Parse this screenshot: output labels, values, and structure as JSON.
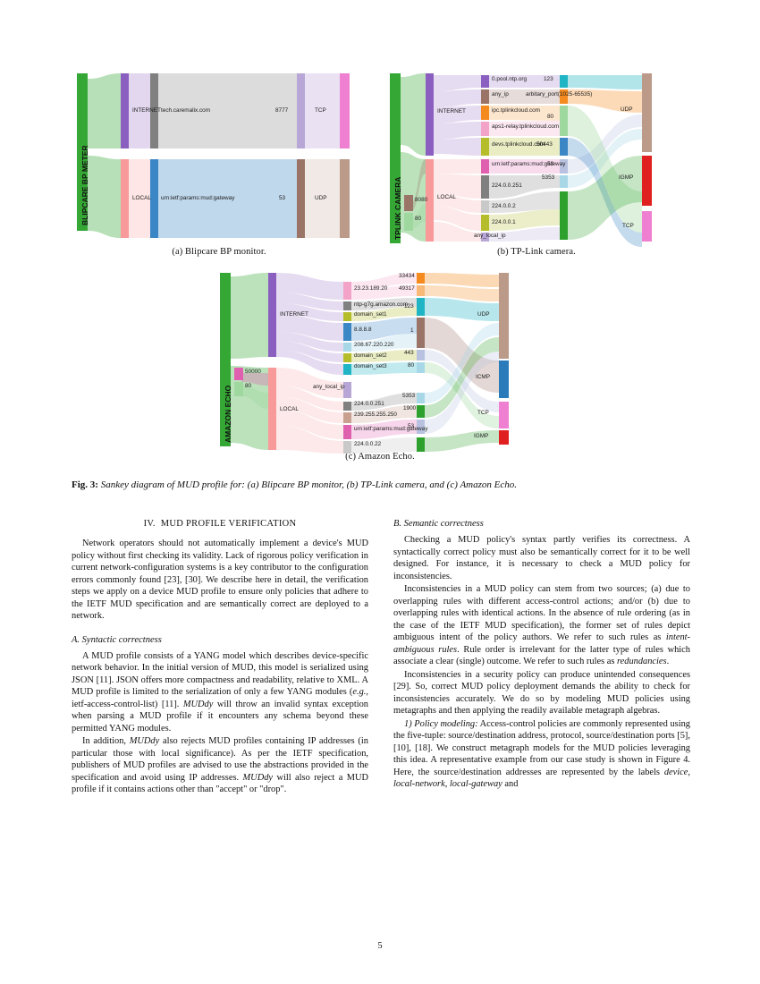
{
  "page": {
    "number": "5"
  },
  "figure": {
    "caption_label": "Fig. 3:",
    "caption_text": "Sankey diagram of MUD profile for: (a) Blipcare BP monitor, (b) TP-Link camera, and (c) Amazon Echo.",
    "subcaptions": {
      "a": "(a) Blipcare BP monitor.",
      "b": "(b) TP-Link camera.",
      "c": "(c) Amazon Echo."
    }
  },
  "chart_data": [
    {
      "type": "sankey",
      "id": "blipcare",
      "title": "(a) Blipcare BP monitor.",
      "device": "BLIPCARE BP METER",
      "stages": [
        "device",
        "scope",
        "endpoint",
        "port",
        "protocol"
      ],
      "nodes": {
        "scope": [
          "INTERNET",
          "LOCAL"
        ],
        "endpoint": [
          "tech.caremalix.com",
          "urn:ietf:params:mud:gateway"
        ],
        "port": [
          "8777",
          "53"
        ],
        "protocol": [
          "TCP",
          "UDP"
        ]
      },
      "links": [
        {
          "source": "BLIPCARE BP METER",
          "target": "INTERNET",
          "value": 1
        },
        {
          "source": "BLIPCARE BP METER",
          "target": "LOCAL",
          "value": 1
        },
        {
          "source": "INTERNET",
          "target": "tech.caremalix.com",
          "value": 1
        },
        {
          "source": "LOCAL",
          "target": "urn:ietf:params:mud:gateway",
          "value": 1
        },
        {
          "source": "tech.caremalix.com",
          "target": "8777",
          "value": 1
        },
        {
          "source": "urn:ietf:params:mud:gateway",
          "target": "53",
          "value": 1
        },
        {
          "source": "8777",
          "target": "TCP",
          "value": 1
        },
        {
          "source": "53",
          "target": "UDP",
          "value": 1
        }
      ]
    },
    {
      "type": "sankey",
      "id": "tplink",
      "title": "(b) TP-Link camera.",
      "device": "TPLINK CAMERA",
      "stages": [
        "device",
        "scope",
        "endpoint",
        "port",
        "protocol"
      ],
      "nodes": {
        "device_ports": [
          "8080",
          "80"
        ],
        "scope": [
          "INTERNET",
          "LOCAL"
        ],
        "endpoint": [
          "0.pool.ntp.org",
          "any_ip",
          "ipc.tplinkcloud.com",
          "aps1-relay.tplinkcloud.com",
          "devs.tplinkcloud.com",
          "urn:ietf:params:mud:gateway",
          "224.0.0.251",
          "224.0.0.2",
          "224.0.0.1",
          "any_local_ip"
        ],
        "port": [
          "123",
          "arbitary_port(1025-65535)",
          "80",
          "50443",
          "53",
          "5353"
        ],
        "protocol": [
          "UDP",
          "IGMP",
          "TCP"
        ]
      },
      "links": [
        {
          "source": "TPLINK CAMERA",
          "target": "INTERNET",
          "value": 5
        },
        {
          "source": "TPLINK CAMERA",
          "target": "LOCAL",
          "value": 6
        },
        {
          "source": "8080",
          "target": "LOCAL",
          "value": 1
        },
        {
          "source": "80",
          "target": "LOCAL",
          "value": 1
        },
        {
          "source": "INTERNET",
          "target": "0.pool.ntp.org",
          "value": 1
        },
        {
          "source": "INTERNET",
          "target": "any_ip",
          "value": 1
        },
        {
          "source": "INTERNET",
          "target": "ipc.tplinkcloud.com",
          "value": 1
        },
        {
          "source": "INTERNET",
          "target": "aps1-relay.tplinkcloud.com",
          "value": 1
        },
        {
          "source": "INTERNET",
          "target": "devs.tplinkcloud.com",
          "value": 1
        },
        {
          "source": "LOCAL",
          "target": "urn:ietf:params:mud:gateway",
          "value": 1
        },
        {
          "source": "LOCAL",
          "target": "224.0.0.251",
          "value": 2
        },
        {
          "source": "LOCAL",
          "target": "224.0.0.2",
          "value": 1
        },
        {
          "source": "LOCAL",
          "target": "224.0.0.1",
          "value": 1
        },
        {
          "source": "LOCAL",
          "target": "any_local_ip",
          "value": 2
        },
        {
          "source": "0.pool.ntp.org",
          "target": "123",
          "value": 1
        },
        {
          "source": "any_ip",
          "target": "arbitary_port(1025-65535)",
          "value": 1
        },
        {
          "source": "ipc.tplinkcloud.com",
          "target": "80",
          "value": 1
        },
        {
          "source": "aps1-relay.tplinkcloud.com",
          "target": "80",
          "value": 1
        },
        {
          "source": "devs.tplinkcloud.com",
          "target": "50443",
          "value": 1
        },
        {
          "source": "urn:ietf:params:mud:gateway",
          "target": "53",
          "value": 1
        },
        {
          "source": "224.0.0.251",
          "target": "5353",
          "value": 1
        },
        {
          "source": "123",
          "target": "UDP",
          "value": 1
        },
        {
          "source": "arbitary_port(1025-65535)",
          "target": "UDP",
          "value": 1
        },
        {
          "source": "53",
          "target": "UDP",
          "value": 1
        },
        {
          "source": "5353",
          "target": "UDP",
          "value": 1
        },
        {
          "source": "80",
          "target": "TCP",
          "value": 2
        },
        {
          "source": "50443",
          "target": "TCP",
          "value": 1
        },
        {
          "source": "224.0.0.2",
          "target": "IGMP",
          "value": 1
        },
        {
          "source": "224.0.0.1",
          "target": "IGMP",
          "value": 1
        }
      ]
    },
    {
      "type": "sankey",
      "id": "amazon",
      "title": "(c) Amazon Echo.",
      "device": "AMAZON ECHO",
      "stages": [
        "device",
        "scope",
        "endpoint",
        "port",
        "protocol"
      ],
      "nodes": {
        "device_ports": [
          "50000",
          "80"
        ],
        "scope": [
          "INTERNET",
          "LOCAL"
        ],
        "endpoint": [
          "23.23.189.20",
          "ntp-g7g.amazon.com",
          "domain_set1",
          "8.8.8.8",
          "208.67.220.220",
          "domain_set2",
          "domain_set3",
          "any_local_ip",
          "224.0.0.251",
          "239.255.255.250",
          "urn:ietf:params:mud:gateway",
          "224.0.0.22"
        ],
        "port": [
          "33434",
          "49317",
          "123",
          "1",
          "443",
          "80",
          "5353",
          "1900",
          "53"
        ],
        "protocol": [
          "UDP",
          "ICMP",
          "TCP",
          "IGMP"
        ]
      },
      "links": [
        {
          "source": "AMAZON ECHO",
          "target": "INTERNET",
          "value": 7
        },
        {
          "source": "AMAZON ECHO",
          "target": "LOCAL",
          "value": 6
        },
        {
          "source": "50000",
          "target": "LOCAL",
          "value": 1
        },
        {
          "source": "80",
          "target": "LOCAL",
          "value": 1
        },
        {
          "source": "INTERNET",
          "target": "23.23.189.20",
          "value": 2
        },
        {
          "source": "INTERNET",
          "target": "ntp-g7g.amazon.com",
          "value": 1
        },
        {
          "source": "INTERNET",
          "target": "domain_set1",
          "value": 1
        },
        {
          "source": "INTERNET",
          "target": "8.8.8.8",
          "value": 2
        },
        {
          "source": "INTERNET",
          "target": "208.67.220.220",
          "value": 1
        },
        {
          "source": "INTERNET",
          "target": "domain_set2",
          "value": 1
        },
        {
          "source": "INTERNET",
          "target": "domain_set3",
          "value": 1
        },
        {
          "source": "LOCAL",
          "target": "any_local_ip",
          "value": 2
        },
        {
          "source": "LOCAL",
          "target": "224.0.0.251",
          "value": 1
        },
        {
          "source": "LOCAL",
          "target": "239.255.255.250",
          "value": 1
        },
        {
          "source": "LOCAL",
          "target": "urn:ietf:params:mud:gateway",
          "value": 1
        },
        {
          "source": "LOCAL",
          "target": "224.0.0.22",
          "value": 1
        },
        {
          "source": "23.23.189.20",
          "target": "33434",
          "value": 1
        },
        {
          "source": "23.23.189.20",
          "target": "49317",
          "value": 1
        },
        {
          "source": "ntp-g7g.amazon.com",
          "target": "123",
          "value": 1
        },
        {
          "source": "domain_set1",
          "target": "123",
          "value": 1
        },
        {
          "source": "8.8.8.8",
          "target": "1",
          "value": 1
        },
        {
          "source": "208.67.220.220",
          "target": "1",
          "value": 1
        },
        {
          "source": "domain_set2",
          "target": "443",
          "value": 1
        },
        {
          "source": "domain_set3",
          "target": "80",
          "value": 1
        },
        {
          "source": "224.0.0.251",
          "target": "5353",
          "value": 1
        },
        {
          "source": "239.255.255.250",
          "target": "1900",
          "value": 1
        },
        {
          "source": "urn:ietf:params:mud:gateway",
          "target": "53",
          "value": 1
        },
        {
          "source": "33434",
          "target": "UDP",
          "value": 1
        },
        {
          "source": "49317",
          "target": "UDP",
          "value": 1
        },
        {
          "source": "123",
          "target": "UDP",
          "value": 2
        },
        {
          "source": "1",
          "target": "ICMP",
          "value": 2
        },
        {
          "source": "443",
          "target": "TCP",
          "value": 1
        },
        {
          "source": "80",
          "target": "TCP",
          "value": 1
        },
        {
          "source": "5353",
          "target": "UDP",
          "value": 1
        },
        {
          "source": "1900",
          "target": "UDP",
          "value": 1
        },
        {
          "source": "53",
          "target": "UDP",
          "value": 1
        },
        {
          "source": "224.0.0.22",
          "target": "IGMP",
          "value": 1
        }
      ]
    }
  ],
  "colors": {
    "device_green": "#35a735",
    "internet_purple": "#8b5fbf",
    "local_pink": "#f79a99",
    "tcp_magenta": "#ef7fd0",
    "udp_tan": "#bb9a8a",
    "icmp_blue": "#2b7bba",
    "igmp_red": "#e02020",
    "gray": "#808080",
    "steel": "#3b86c4",
    "olive": "#b5bd2a",
    "orange": "#f58b1f",
    "teal": "#1fb5c4",
    "green_dark": "#2ea02e"
  },
  "body": {
    "left": {
      "section_number": "IV.",
      "section_title": "MUD PROFILE VERIFICATION",
      "intro": "Network operators should not automatically implement a device's MUD policy without first checking its validity. Lack of rigorous policy verification in current network-configuration systems is a key contributor to the configuration errors commonly found [23], [30]. We describe here in detail, the verification steps we apply on a device MUD profile to ensure only policies that adhere to the IETF MUD specification and are semantically correct are deployed to a network.",
      "subsection_a_title": "A.  Syntactic correctness",
      "para_a1_p1": "A MUD profile consists of a YANG model which describes device-specific network behavior. In the initial version of MUD, this model is serialized using JSON [11]. JSON offers more compactness and readability, relative to XML. A MUD profile is limited to the serialization of only a few YANG modules (",
      "para_a1_em1": "e.g.,",
      "para_a1_p2": " ietf-access-control-list) [11]. ",
      "para_a1_em2": "MUDdy",
      "para_a1_p3": " will throw an invalid syntax exception when parsing a MUD profile if it encounters any schema beyond these permitted YANG modules.",
      "para_a2_p1": "In addition, ",
      "para_a2_em1": "MUDdy",
      "para_a2_p2": " also rejects MUD profiles containing IP addresses (in particular those with local significance). As per the IETF specification, publishers of MUD profiles are advised to use the abstractions provided in the specification and avoid using IP addresses. ",
      "para_a2_em2": "MUDdy",
      "para_a2_p3": " will also reject a MUD profile if it contains actions other than \"accept\" or \"drop\"."
    },
    "right": {
      "subsection_b_title": "B.  Semantic correctness",
      "para_b1": "Checking a MUD policy's syntax partly verifies its correctness. A syntactically correct policy must also be semantically correct for it to be well designed. For instance, it is necessary to check a MUD policy for inconsistencies.",
      "para_b2_p1": "Inconsistencies in a MUD policy can stem from two sources; (a) due to overlapping rules with different access-control actions; and/or (b) due to overlapping rules with identical actions. In the absence of rule ordering (as in the case of the IETF MUD specification), the former set of rules depict ambiguous intent of the policy authors. We refer to such rules as ",
      "para_b2_em1": "intent-ambiguous rules",
      "para_b2_p2": ". Rule order is irrelevant for the latter type of rules which associate a clear (single) outcome. We refer to such rules as ",
      "para_b2_em2": "redundancies",
      "para_b2_p3": ".",
      "para_b3": "Inconsistencies in a security policy can produce unintended consequences [29]. So, correct MUD policy deployment demands the ability to check for inconsistencies accurately. We do so by modeling MUD policies using metagraphs and then applying the readily available metagraph algebras.",
      "para_b4_em1": "1)  Policy modeling:",
      "para_b4_p1": " Access-control policies are commonly represented using the five-tuple: source/destination address, protocol, source/destination ports [5], [10], [18]. We construct metagraph models for the MUD policies leveraging this idea. A representative example from our case study is shown in Figure 4. Here, the source/destination addresses are represented by the labels ",
      "para_b4_em2": "device",
      "para_b4_p2": ", ",
      "para_b4_em3": "local-network",
      "para_b4_p3": ", ",
      "para_b4_em4": "local-gateway",
      "para_b4_p4": " and"
    }
  }
}
